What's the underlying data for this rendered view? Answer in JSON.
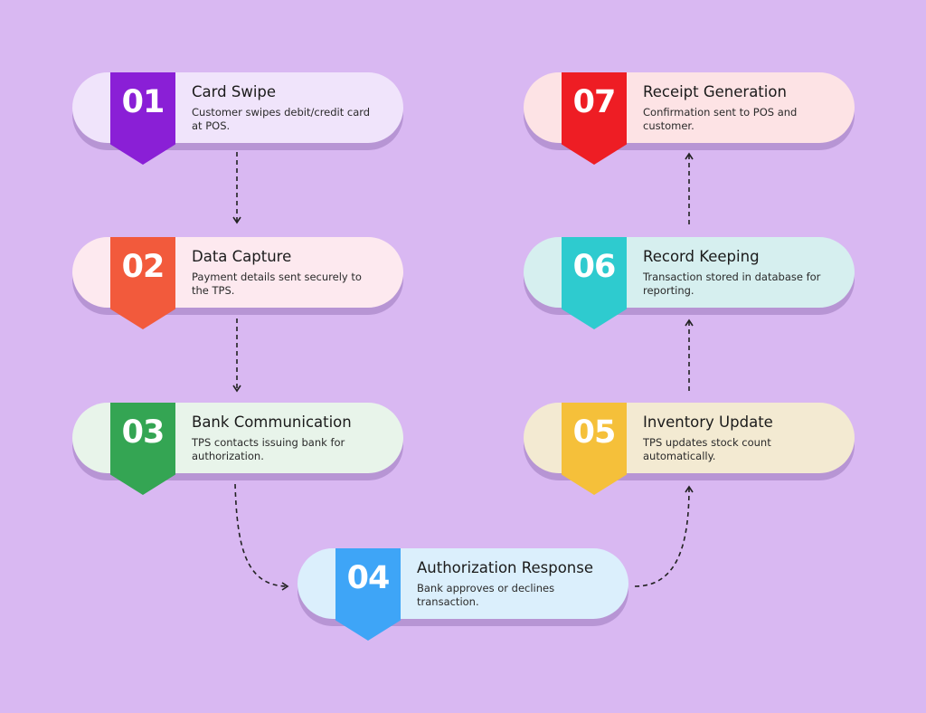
{
  "steps": [
    {
      "number": "01",
      "title": "Card Swipe",
      "description": "Customer swipes debit/credit card at POS.",
      "card_color": "#f0e4fb",
      "badge_color": "#8a1fd6"
    },
    {
      "number": "02",
      "title": "Data Capture",
      "description": "Payment details sent securely to the TPS.",
      "card_color": "#fde9ef",
      "badge_color": "#f25a3c"
    },
    {
      "number": "03",
      "title": "Bank Communication",
      "description": "TPS contacts issuing bank for authorization.",
      "card_color": "#e8f4ea",
      "badge_color": "#34a553"
    },
    {
      "number": "04",
      "title": "Authorization Response",
      "description": "Bank approves or declines transaction.",
      "card_color": "#dbeffc",
      "badge_color": "#3ea5f7"
    },
    {
      "number": "05",
      "title": "Inventory Update",
      "description": "TPS updates stock count automatically.",
      "card_color": "#f3ead2",
      "badge_color": "#f5c03a"
    },
    {
      "number": "06",
      "title": "Record Keeping",
      "description": "Transaction stored in database for reporting.",
      "card_color": "#d6efef",
      "badge_color": "#2ecbcf"
    },
    {
      "number": "07",
      "title": "Receipt Generation",
      "description": "Confirmation sent to POS and customer.",
      "card_color": "#fde3e5",
      "badge_color": "#ee1d24"
    }
  ],
  "colors": {
    "background": "#d9b8f2",
    "connector": "#222222",
    "card_shadow": "#b795d4"
  }
}
